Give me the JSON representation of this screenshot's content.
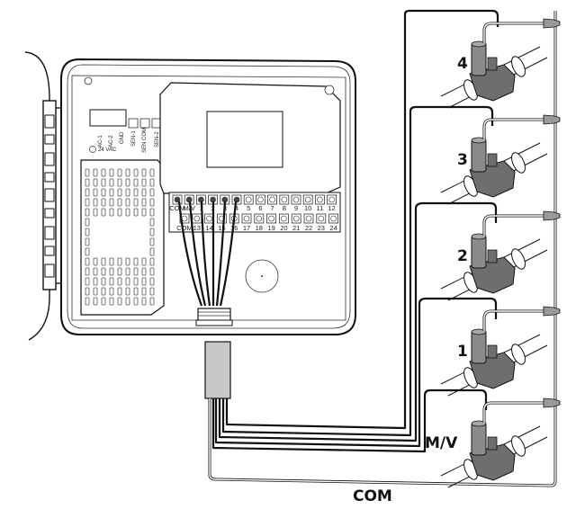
{
  "diagram": {
    "title": "Irrigation controller valve wiring",
    "controller": {
      "sensor_labels": [
        "AC-1",
        "AC-2",
        "GND",
        "SEN-1",
        "SEN COM",
        "SEN-2"
      ],
      "power_label": "24 VAC",
      "top_terminals": [
        "COM",
        "M/V",
        "1",
        "2",
        "3",
        "4",
        "5",
        "6",
        "7",
        "8",
        "9",
        "10",
        "11",
        "12"
      ],
      "bottom_terminals": [
        "COM",
        "13",
        "14",
        "15",
        "16",
        "17",
        "18",
        "19",
        "20",
        "21",
        "22",
        "23",
        "24"
      ]
    },
    "valves": [
      {
        "label": "4"
      },
      {
        "label": "3"
      },
      {
        "label": "2"
      },
      {
        "label": "1"
      },
      {
        "label": "M/V"
      }
    ],
    "common_wire_label": "COM",
    "colors": {
      "valve_body": "#6e6e6e",
      "valve_solenoid": "#8a8a8a",
      "conduit": "#c8c8c8",
      "wire": "#111111"
    }
  }
}
